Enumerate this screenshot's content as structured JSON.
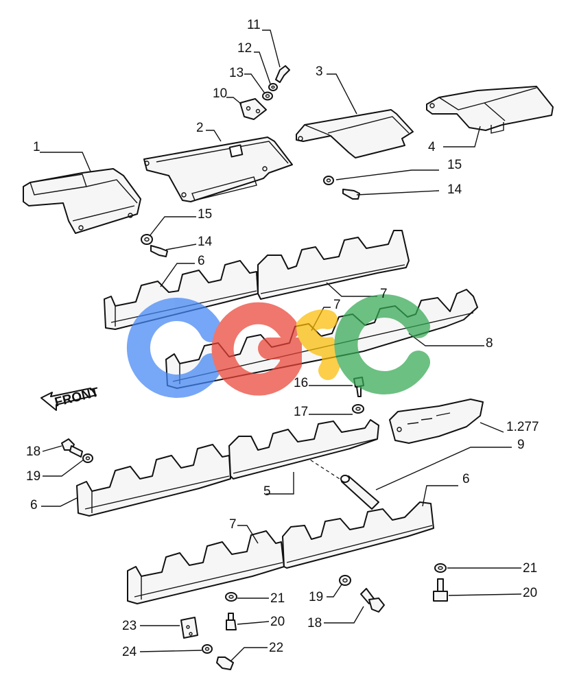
{
  "labels": {
    "l1": "1",
    "l2": "2",
    "l3": "3",
    "l4": "4",
    "l5": "5",
    "l6a": "6",
    "l6b": "6",
    "l6c": "6",
    "l7a": "7",
    "l7b": "7",
    "l7c": "7",
    "l8": "8",
    "l9": "9",
    "l10": "10",
    "l11": "11",
    "l12": "12",
    "l13": "13",
    "l14a": "14",
    "l14b": "14",
    "l15a": "15",
    "l15b": "15",
    "l16": "16",
    "l17": "17",
    "l18a": "18",
    "l18b": "18",
    "l19a": "19",
    "l19b": "19",
    "l20a": "20",
    "l20b": "20",
    "l21a": "21",
    "l21b": "21",
    "l22": "22",
    "l23": "23",
    "l24": "24",
    "l1277": "1.277"
  },
  "front_arrow_text": "FRONT",
  "watermark": {
    "text": "CGSC",
    "colors": [
      "#4285f4",
      "#ea4335",
      "#fbbc05",
      "#34a853"
    ]
  }
}
